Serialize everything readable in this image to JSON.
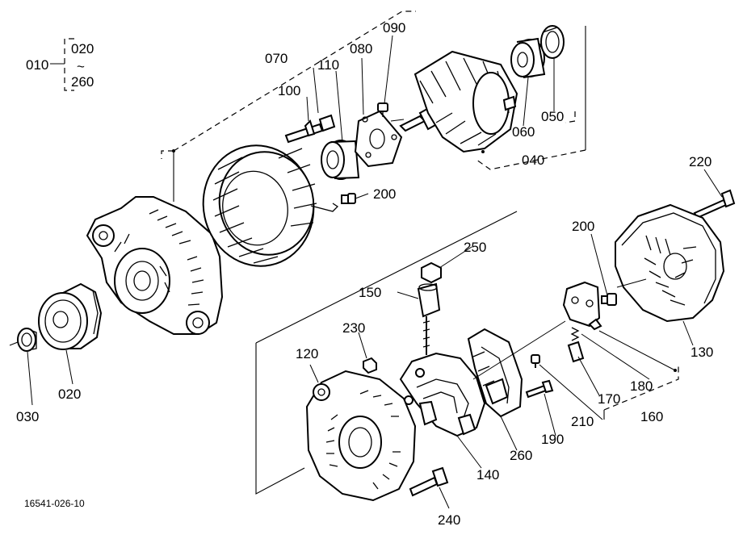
{
  "callouts": {
    "c010": "010",
    "c020a": "020",
    "tilde": "~",
    "c260a": "260",
    "c070": "070",
    "c080": "080",
    "c090": "090",
    "c100": "100",
    "c110": "110",
    "c200a": "200",
    "c060": "060",
    "c050": "050",
    "c040": "040",
    "c220": "220",
    "c200b": "200",
    "c250": "250",
    "c150": "150",
    "c230": "230",
    "c120": "120",
    "c130": "130",
    "c180": "180",
    "c170": "170",
    "c160": "160",
    "c210": "210",
    "c190": "190",
    "c260b": "260",
    "c140": "140",
    "c240": "240",
    "c020b": "020",
    "c030": "030"
  },
  "figure_id": "16541-026-10"
}
